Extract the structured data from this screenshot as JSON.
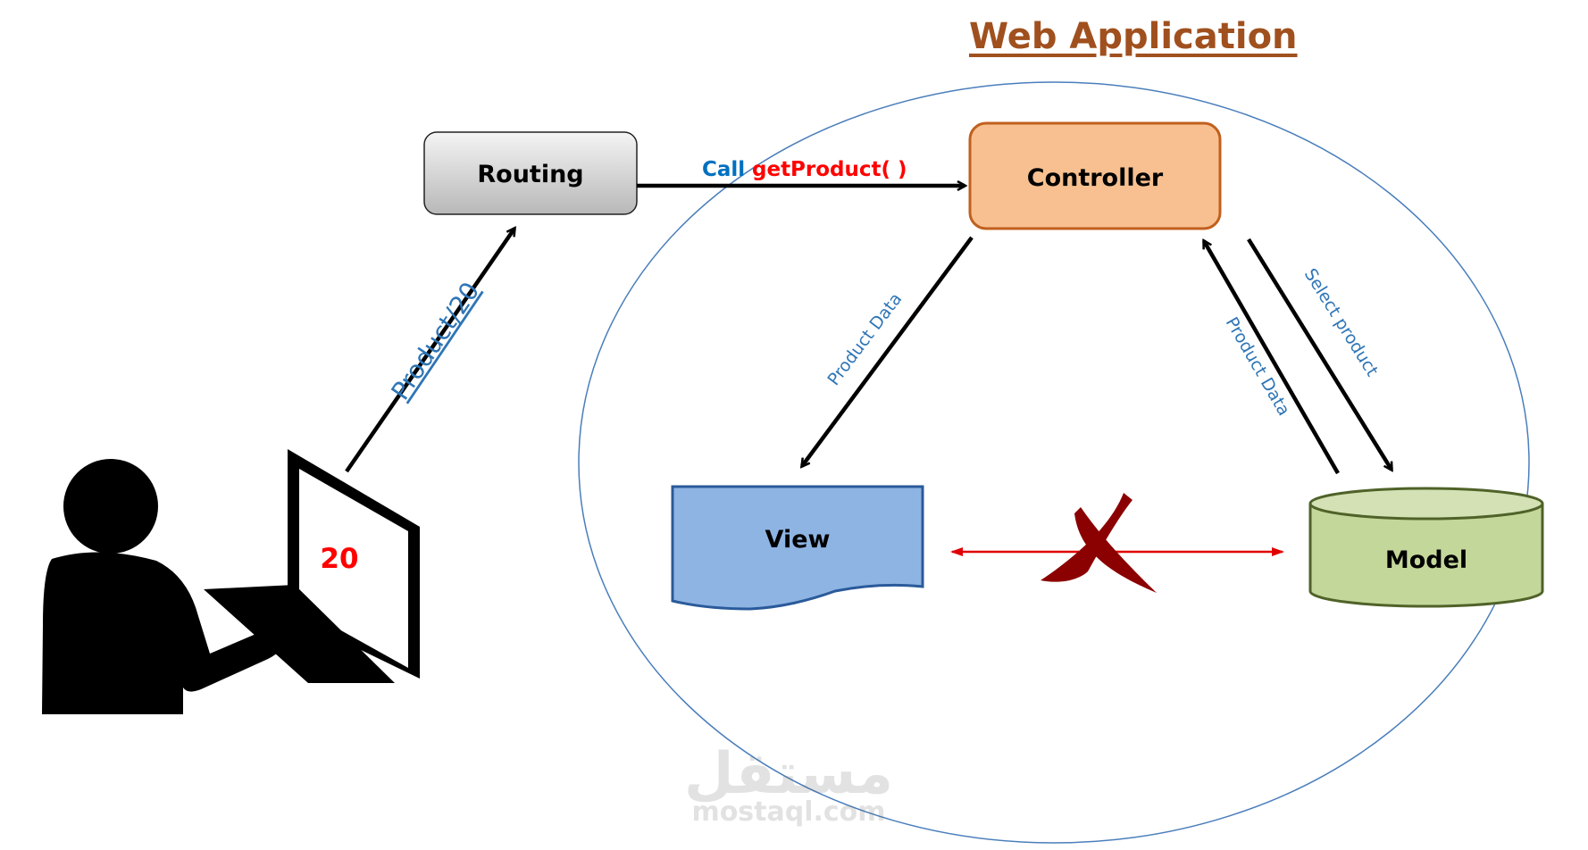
{
  "title": "Web Application",
  "nodes": {
    "routing": "Routing",
    "controller": "Controller",
    "view": "View",
    "model": "Model",
    "screen_value": "20"
  },
  "edges": {
    "user_to_routing": "Product/20",
    "call_word": "Call",
    "call_method": "getProduct( )",
    "controller_to_view": "Product  Data",
    "model_to_controller": "Product  Data",
    "controller_to_model": "Select  product"
  },
  "watermark": {
    "arabic": "مستقل",
    "latin": "mostaql.com"
  },
  "colors": {
    "title": "#A0501E",
    "label_blue": "#2E75B6",
    "call_blue": "#0070C0",
    "method_red": "#FF0000",
    "controller_fill": "#F8C090",
    "controller_stroke": "#C0601E",
    "view_fill": "#8EB4E3",
    "model_fill": "#C4D79B",
    "forbidden": "#E00000",
    "cross": "#8B0000"
  }
}
